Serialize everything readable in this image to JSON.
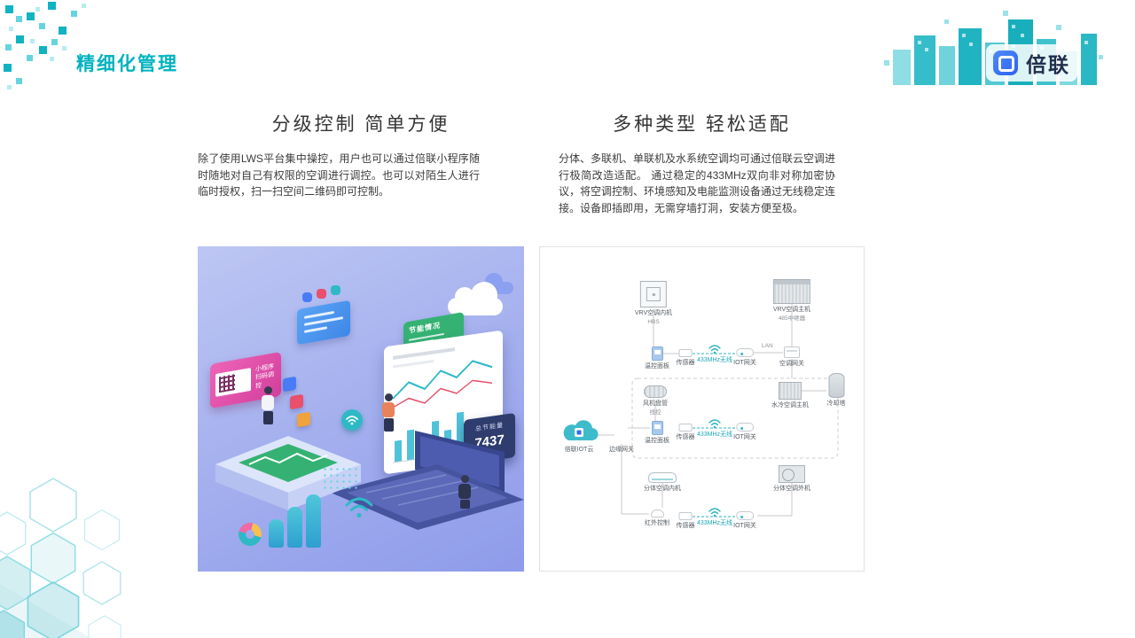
{
  "header": {
    "title": "精细化管理",
    "brand": "倍联"
  },
  "left": {
    "heading": "分级控制 简单方便",
    "body": "除了使用LWS平台集中操控，用户也可以通过倍联小程序随时随地对自己有权限的空调进行调控。也可以对陌生人进行临时授权，扫一扫空间二维码即可控制。",
    "illustration": {
      "qr_card": "小程序扫码调控",
      "green_card": "节能情况",
      "energy_total_label": "总节能量",
      "energy_total_value": "7437"
    }
  },
  "right": {
    "heading": "多种类型 轻松适配",
    "body": "分体、多联机、单联机及水系统空调均可通过倍联云空调进行极简改造适配。 通过稳定的433MHz双向非对称加密协议，将空调控制、环境感知及电能监测设备通过无线稳定连接。设备即插即用，无需穿墙打洞，安装方便至极。",
    "diagram": {
      "vrv_indoor": "VRV空调内机",
      "hbs": "HBS",
      "vrv_host": "VRV空调主机",
      "repeater_485": "485中继器",
      "lan": "LAN",
      "thermostat": "温控面板",
      "sensor": "传感器",
      "wireless_433": "433MHz无线",
      "iot_gateway": "IOT网关",
      "ac_gateway": "空调网关",
      "fan_coil": "风机盘管",
      "wired_controller": "线控",
      "water_cooled_host": "水冷空调主机",
      "cooling_tower": "冷却塔",
      "iot_cloud": "倍联IOT云",
      "edge_gateway": "边缘网关",
      "split_indoor": "分体空调内机",
      "split_outdoor": "分体空调外机",
      "ir_controller": "红外控制"
    }
  }
}
